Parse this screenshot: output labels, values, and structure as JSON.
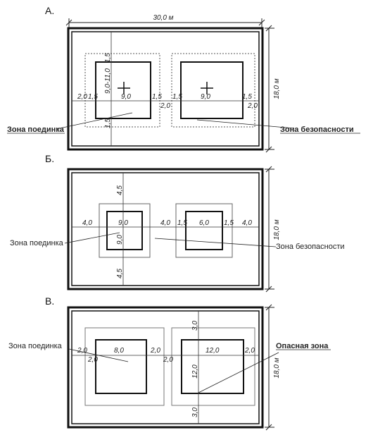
{
  "sectionA": {
    "title": "А.",
    "hall_width": "30,0 м",
    "hall_height": "18,0 м",
    "dims": {
      "v_top": "1,5",
      "v_bottom": "1,5",
      "v_mat": "9,0-11,0",
      "left_gap": "2,0",
      "left_safe": "1,5",
      "mat1": "9,0",
      "mid_safe1": "1,5",
      "mid_gap": "2,0",
      "mid_safe2": "1,5",
      "mat2": "9,0",
      "right_safe": "1,5",
      "right_gap": "2,0"
    },
    "label_left": "Зона поединка",
    "label_right": "Зона безопасности"
  },
  "sectionB": {
    "title": "Б.",
    "hall_height": "18,0 м",
    "dims": {
      "v_top": "4,5",
      "v_mat": "9,0",
      "v_bottom": "4,5",
      "left_gap": "4,0",
      "mat1": "9,0",
      "mid_gap": "4,0",
      "safe1": "1,5",
      "mat2": "6,0",
      "safe2": "1,5",
      "right_gap": "4,0"
    },
    "label_left": "Зона поединка",
    "label_right": "Зона безопасности"
  },
  "sectionC": {
    "title": "В.",
    "hall_height": "18,0 м",
    "dims": {
      "v_top": "3,0",
      "v_bottom": "3,0",
      "v_mat": "12,0",
      "left_gap_outer": "2,0",
      "left_gap_inner": "2,0",
      "mat1": "8,0",
      "mid_gap1": "2,0",
      "mid_gap2": "2,0",
      "mat2": "12,0",
      "right_gap": "2,0"
    },
    "label_left": "Зона поединка",
    "label_right": "Опасная зона"
  }
}
